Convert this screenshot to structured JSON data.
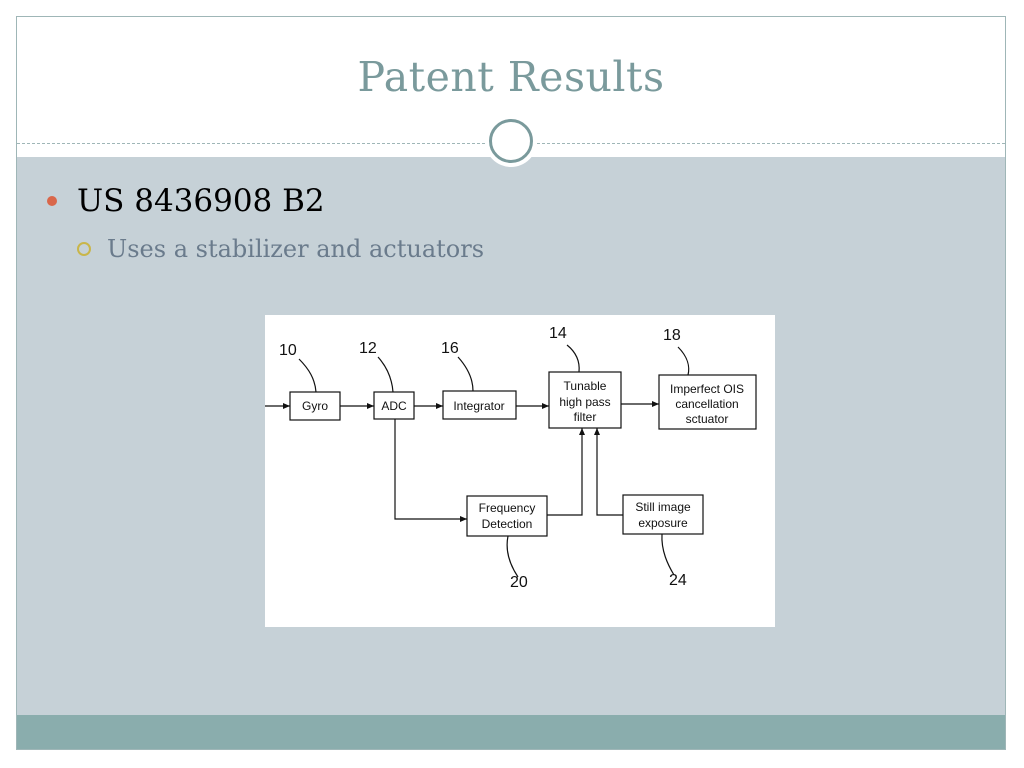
{
  "slide": {
    "title": "Patent Results",
    "bullet": "US 8436908 B2",
    "sub_bullet": "Uses a stabilizer and actuators"
  },
  "diagram": {
    "blocks": {
      "gyro": "Gyro",
      "adc": "ADC",
      "integrator": "Integrator",
      "filter": [
        "Tunable",
        "high pass",
        "filter"
      ],
      "actuator": [
        "Imperfect OIS",
        "cancellation",
        "sctuator"
      ],
      "freq": [
        "Frequency",
        "Detection"
      ],
      "still": [
        "Still image",
        "exposure"
      ]
    },
    "refs": {
      "gyro": "10",
      "adc": "12",
      "integrator": "16",
      "filter": "14",
      "actuator": "18",
      "freq": "20",
      "still": "24"
    }
  },
  "colors": {
    "title": "#7a9a9c",
    "content_bg": "#c6d1d7",
    "footer": "#8aadad",
    "bullet": "#d9674a",
    "sub_bullet_ring": "#c9b64a"
  }
}
